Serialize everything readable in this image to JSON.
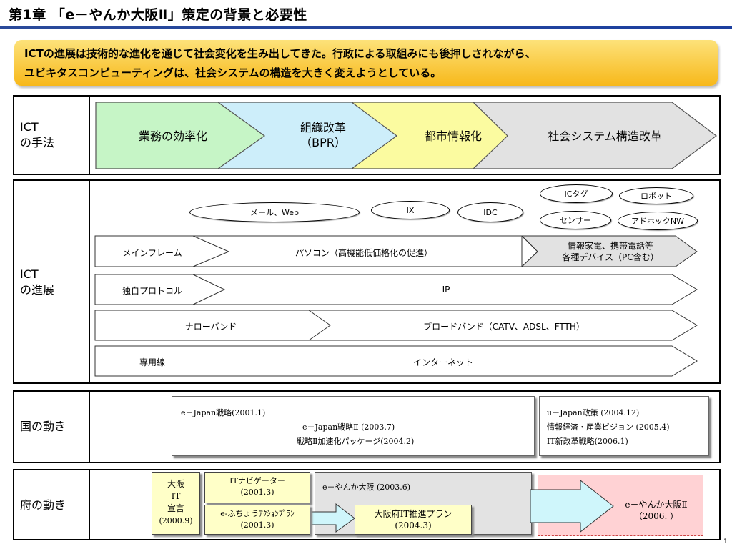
{
  "title": "第1章 「e－やんか大阪Ⅱ」策定の背景と必要性",
  "banner": {
    "line1": "ICTの進展は技術的な進化を通じて社会変化を生み出してきた。行政による取組みにも後押しされながら、",
    "line2": "ユビキタスコンピューティングは、社会システムの構造を大きく変えようとしている。"
  },
  "row1": {
    "label_line1": "ICT",
    "label_line2": "の手法",
    "chevrons": [
      "業務の効率化",
      "組織改革",
      "（BPR）",
      "都市情報化",
      "社会システム構造改革"
    ]
  },
  "row2": {
    "label_line1": "ICT",
    "label_line2": "の進展",
    "ellipses": [
      "メール、Web",
      "IX",
      "IDC",
      "ICタグ",
      "ロボット",
      "センサー",
      "アドホックNW"
    ],
    "lanes": [
      {
        "left": "メインフレーム",
        "mid": "パソコン（高機能低価格化の促進）",
        "right1": "情報家電、携帯電話等",
        "right2": "各種デバイス（PC含む）"
      },
      {
        "left": "独自プロトコル",
        "mid": "IP"
      },
      {
        "left": "ナローバンド",
        "mid": "ブロードバンド（CATV、ADSL、FTTH）"
      },
      {
        "left": "専用線",
        "mid": "インターネット"
      }
    ]
  },
  "row3": {
    "label": "国の動き",
    "japan_box": [
      "e－Japan戦略(2001.1)",
      "e－Japan戦略Ⅱ (2003.7)",
      "戦略Ⅱ加速化パッケージ(2004.2)"
    ],
    "ujapan_box": [
      "u－Japan政策 (2004.12)",
      "情報経済・産業ビジョン (2005.4)",
      "IT新改革戦略(2006.1)"
    ]
  },
  "row4": {
    "label": "府の動き",
    "osaka_it": [
      "大阪",
      "IT",
      "宣言",
      "(2000.9)"
    ],
    "it_navigator": [
      "ITナビゲーター",
      "(2001.3)"
    ],
    "efuchou": [
      "e-ふちょうｱｸｼｮﾝﾌﾟﾗﾝ",
      "(2001.3)"
    ],
    "eyanka": "e－やんか大阪 (2003.6)",
    "osaka_plan": [
      "大阪府IT推進プラン",
      "(2004.3)"
    ],
    "eyanka2": [
      "e－やんか大阪Ⅱ",
      "（2006. ）"
    ]
  },
  "page_number": "1",
  "colors": {
    "chev_green": "#c6f5c6",
    "chev_blue": "#cdeefa",
    "chev_yellow": "#fbfba0",
    "chev_gray": "#e2e2e2",
    "accent_blue": "#1c3f9f",
    "banner_gold": "#f7b81a",
    "pink": "#ffd2d4",
    "cyan": "#cff6fb"
  }
}
